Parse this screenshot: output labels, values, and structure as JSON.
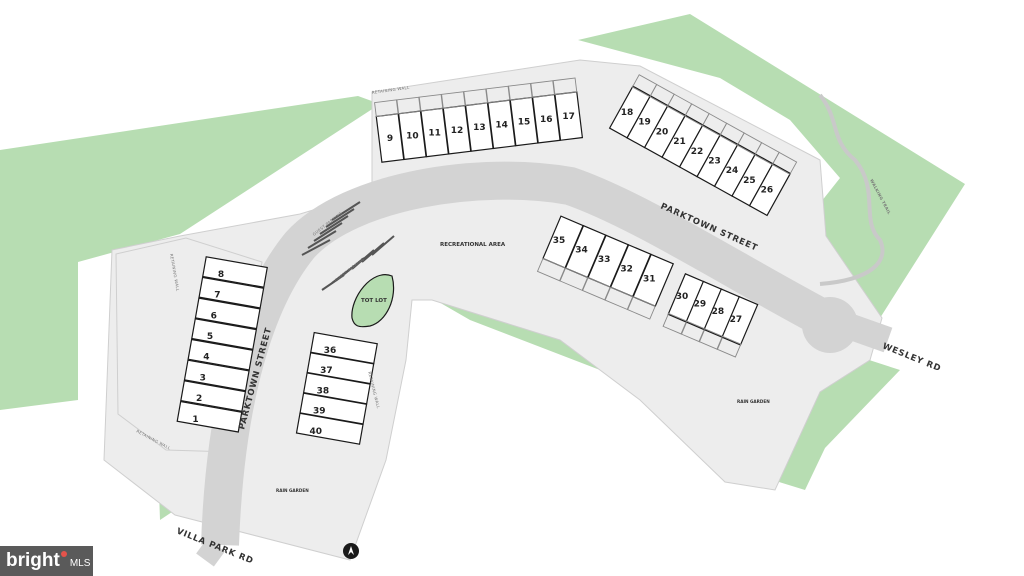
{
  "streets": {
    "parktown_upper": "PARKTOWN STREET",
    "parktown_left": "PARKTOWN STREET",
    "villa_park": "VILLA PARK RD",
    "wesley": "WESLEY RD"
  },
  "areas": {
    "recreational": "RECREATIONAL AREA",
    "tot_lot": "TOT LOT",
    "rain_garden_right": "RAIN GARDEN",
    "rain_garden_left": "RAIN GARDEN",
    "walking_trail": "WALKING TRAIL",
    "guest_parking_1": "GUEST PARKING",
    "guest_parking_2": "GUEST PARKING",
    "retaining_wall_top": "RETAINING WALL",
    "retaining_wall_left": "RETAINING WALL",
    "retaining_wall_bottom": "RETAINING WALL",
    "retaining_wall_center": "RETAINING WALL"
  },
  "lots": {
    "row_top_1": [
      "9",
      "10",
      "11",
      "12",
      "13",
      "14",
      "15",
      "16",
      "17"
    ],
    "row_top_2": [
      "18",
      "19",
      "20",
      "21",
      "22",
      "23",
      "24",
      "25",
      "26"
    ],
    "row_mid_1": [
      "35",
      "34",
      "33",
      "32",
      "31"
    ],
    "row_mid_2": [
      "30",
      "29",
      "28",
      "27"
    ],
    "row_left": [
      "8",
      "7",
      "6",
      "5",
      "4",
      "3",
      "2",
      "1"
    ],
    "row_center": [
      "36",
      "37",
      "38",
      "39",
      "40"
    ]
  },
  "branding": {
    "name": "bright",
    "suffix": "MLS"
  },
  "colors": {
    "green_space": "#b7ddb2",
    "pad": "#ededed",
    "road": "#d3d3d3",
    "lot_stroke": "#1a1a1a"
  },
  "icons": {
    "north": "north-arrow-icon"
  }
}
